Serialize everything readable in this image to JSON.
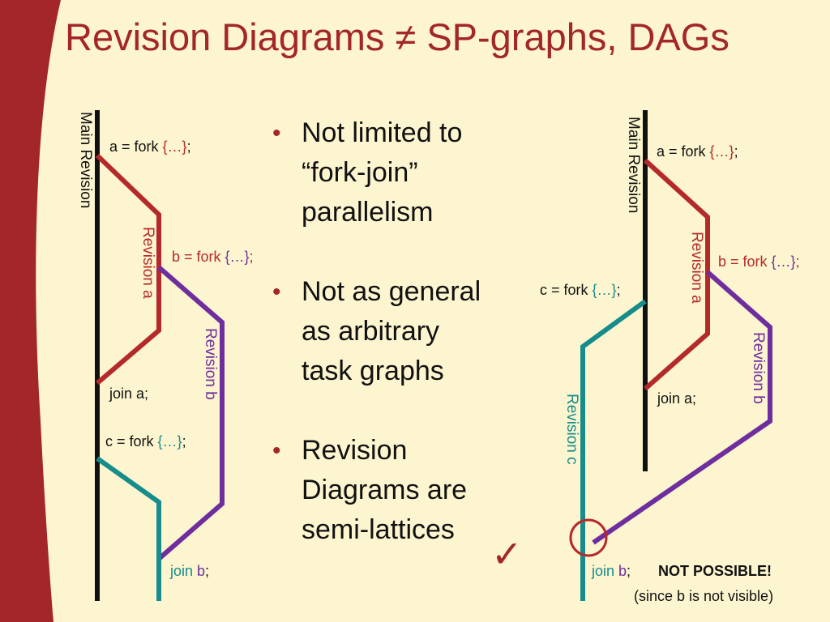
{
  "title": "Revision Diagrams ≠ SP-graphs, DAGs",
  "bullets": [
    {
      "text": "Not limited to\n“fork-join”\nparallelism"
    },
    {
      "text": "Not as general\nas  arbitrary\ntask graphs"
    },
    {
      "text": "Revision\nDiagrams are\nsemi-lattices"
    }
  ],
  "check_mark": "✓",
  "left_diagram": {
    "main_label": "Main Revision",
    "revision_a_label": "Revision a",
    "revision_b_label": "Revision b",
    "fork_a": {
      "prefix": "a = fork ",
      "braces": "{…}",
      "suffix": ";"
    },
    "fork_b": {
      "prefix": "b = fork ",
      "braces": "{…}",
      "suffix": ";"
    },
    "join_a": "join a;",
    "fork_c": {
      "prefix": "c = fork ",
      "braces": "{…}",
      "suffix": ";"
    },
    "join_b": {
      "prefix": "join ",
      "var": "b",
      "suffix": ";"
    }
  },
  "right_diagram": {
    "main_label": "Main Revision",
    "revision_a_label": "Revision a",
    "revision_b_label": "Revision b",
    "revision_c_label": "Revision c",
    "fork_a": {
      "prefix": "a = fork ",
      "braces": "{…}",
      "suffix": ";"
    },
    "fork_b": {
      "prefix": "b = fork ",
      "braces": "{…}",
      "suffix": ";"
    },
    "fork_c": {
      "prefix": "c = fork ",
      "braces": "{…}",
      "suffix": ";"
    },
    "join_a": "join a;",
    "join_b": {
      "prefix": "join ",
      "var": "b",
      "suffix": ";"
    },
    "not_possible": "NOT POSSIBLE!",
    "reason": "(since b is not visible)"
  },
  "colors": {
    "background": "#FCF5CF",
    "band": "#A3262A",
    "title": "#A3262A",
    "main_revision": "#111111",
    "revision_a": "#B42A2A",
    "revision_b": "#6E2E9E",
    "revision_c": "#168C8C"
  }
}
